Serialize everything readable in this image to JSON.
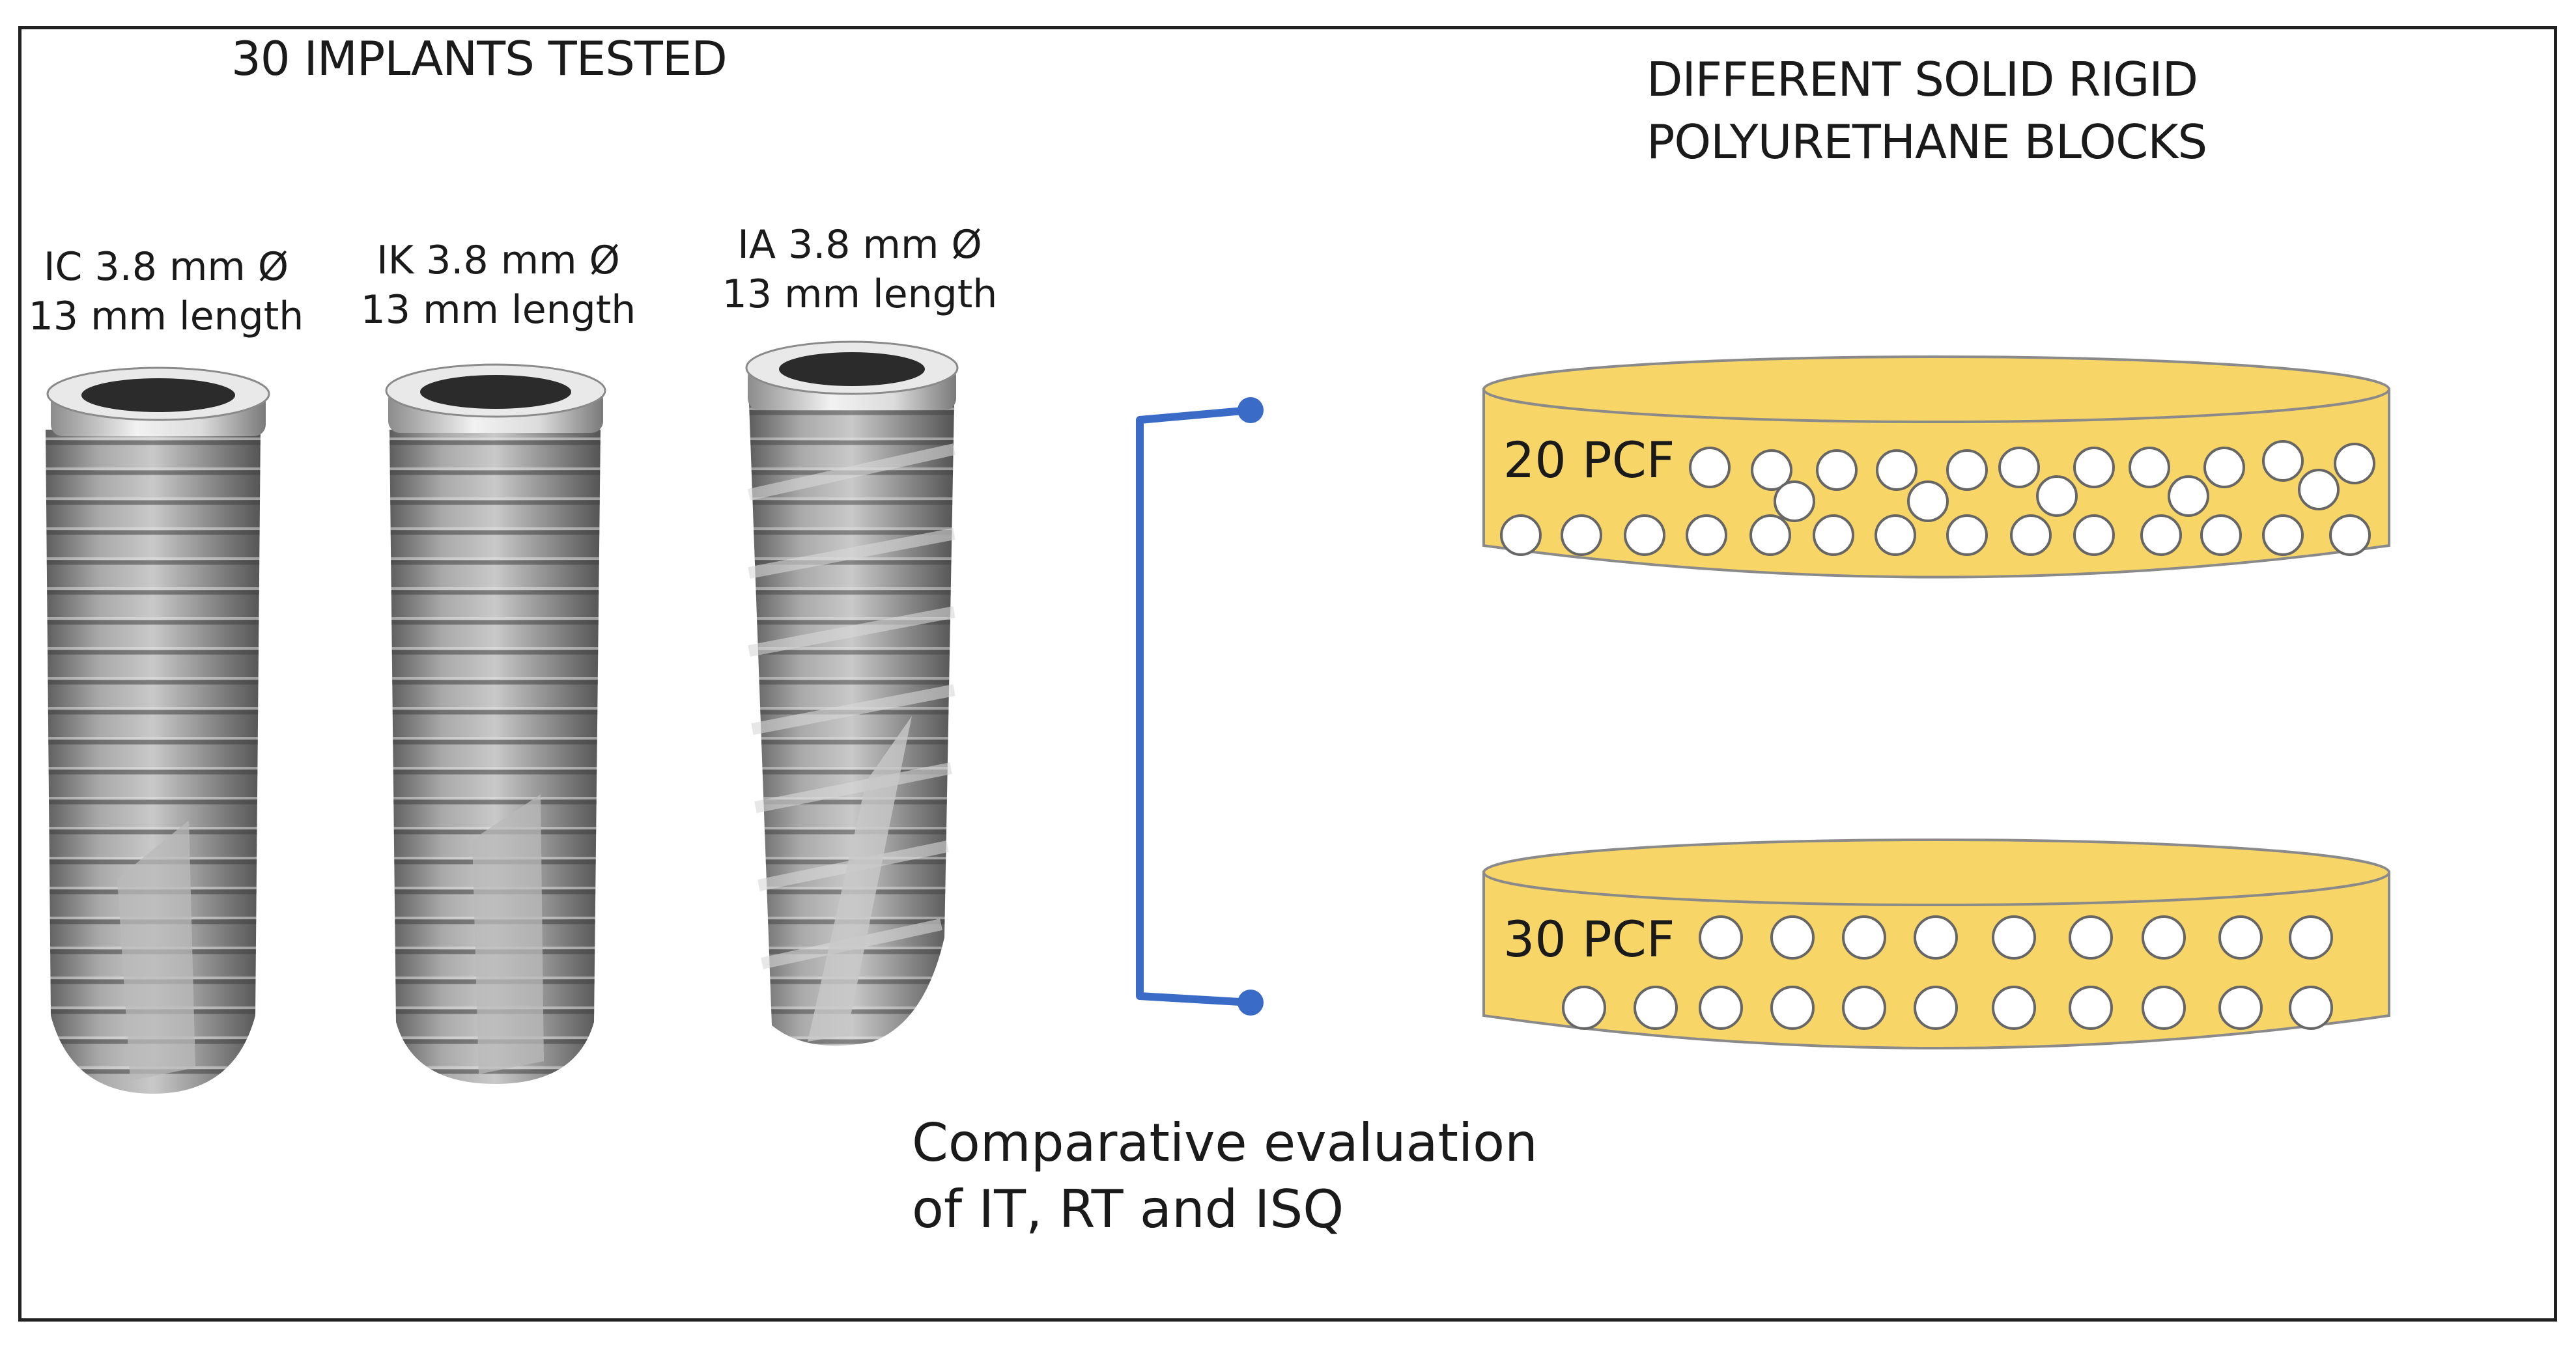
{
  "left_title": "30 IMPLANTS TESTED",
  "right_title": [
    "DIFFERENT SOLID RIGID",
    "POLYURETHANE BLOCKS"
  ],
  "implants": [
    {
      "line1": "IC 3.8 mm Ø",
      "line2": "13 mm length"
    },
    {
      "line1": "IK 3.8 mm Ø",
      "line2": "13 mm length"
    },
    {
      "line1": "IA 3.8 mm Ø",
      "line2": "13 mm length"
    }
  ],
  "blocks": [
    {
      "label": "20 PCF"
    },
    {
      "label": "30 PCF"
    }
  ],
  "caption": [
    "Comparative evaluation",
    "of IT, RT and ISQ"
  ],
  "colors": {
    "block_fill": "#F7D567",
    "block_stroke": "#8a8a8a",
    "bracket": "#3A6BC7",
    "implant_metal": "#9a9a9a"
  }
}
